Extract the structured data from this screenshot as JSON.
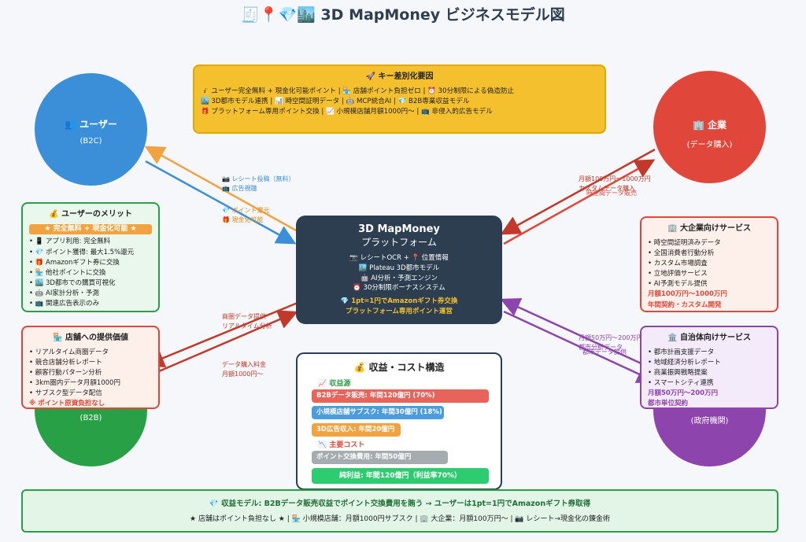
{
  "title": "🧾📍💎🏙️ 3D MapMoney ビジネスモデル図",
  "colors": {
    "user": "#3a8fd8",
    "enterprise": "#e0473a",
    "store": "#27a046",
    "gov": "#8e44ad",
    "key": "#f5c02e",
    "platform": "#2c3e50"
  },
  "nodes": {
    "user": {
      "title": "👥 ユーザー",
      "sub": "(B2C)"
    },
    "enterprise": {
      "title": "🏢 企業",
      "sub": "(データ購入)"
    },
    "store": {
      "sub": "(B2B)"
    },
    "gov": {
      "sub": "(政府機関)"
    }
  },
  "key_factors": {
    "title": "🚀 キー差別化要因",
    "lines": [
      "💰 ユーザー完全無料 + 現金化可能ポイント | 🏪 店舗ポイント負担ゼロ | ⏰ 30分制限による偽造防止",
      "🏙️ 3D都市モデル連携 | 📊 時空間証明データ | 🤖 MCP統合AI | 💎 B2B専業収益モデル",
      "🎁 プラットフォーム専用ポイント交換 | 📈 小規模店舗月額1000円〜 | 📺 非侵入的広告モデル"
    ]
  },
  "platform": {
    "title": "3D MapMoney",
    "subtitle": "プラットフォーム",
    "features": [
      "📷 レシートOCR + 📍 位置情報",
      "🏙️ Plateau 3D都市モデル",
      "🤖 AI分析・予測エンジン",
      "⏰ 30分制限ボーナスシステム"
    ],
    "highlight1": "💎 1pt=1円でAmazonギフト券交換",
    "highlight2": "プラットフォーム専用ポイント運営"
  },
  "user_merit": {
    "title": "💰 ユーザーのメリット",
    "banner": "★ 完全無料 + 現金化可能 ★",
    "items": [
      "📱 アプリ利用: 完全無料",
      "💎 ポイント獲得: 最大1.5%還元",
      "🎁 Amazonギフト券に交換",
      "🏪 他社ポイントに交換",
      "🏙️ 3D都市での購買可視化",
      "🤖 AI家計分析・予測",
      "📺 関連広告表示のみ"
    ]
  },
  "store_value": {
    "title": "🏪 店舗への提供価値",
    "items": [
      "リアルタイム商圏データ",
      "競合店舗分析レポート",
      "顧客行動パターン分析",
      "3km圏内データ月額1000円",
      "サブスク型データ配信"
    ],
    "note": "※ ポイント原資負担なし"
  },
  "enterprise_service": {
    "title": "🏢 大企業向けサービス",
    "items": [
      "時空間証明済みデータ",
      "全国消費者行動分析",
      "カスタム市場調査",
      "立地評価サービス",
      "AI予測モデル提供"
    ],
    "price": "月額100万円〜1000万円",
    "note": "年間契約・カスタム開発"
  },
  "gov_service": {
    "title": "🏛️ 自治体向けサービス",
    "items": [
      "都市計画支援データ",
      "地域経済分析レポート",
      "商業振興戦略提案",
      "スマートシティ連携"
    ],
    "price": "月額50万円〜200万円",
    "note": "都市単位契約"
  },
  "flows": {
    "user_out": [
      "📷 レシート投稿（無料）",
      "📺 広告視聴"
    ],
    "user_in": [
      "💎 ポイント還元",
      "🎁 現金化可能"
    ],
    "ent_1": [
      "月額100万円〜1000万円",
      "カスタムデータ購入"
    ],
    "ent_2": "時空間データ販売",
    "store_1": [
      "商圏データ提供",
      "リアルタイム分析"
    ],
    "store_2": [
      "データ購入料金",
      "月額1000円〜"
    ],
    "gov_1": [
      "月額50万円〜200万円",
      "都市分析データ"
    ],
    "gov_2": "都市データ提供"
  },
  "revenue": {
    "title": "💰 収益・コスト構造",
    "income_label": "📈 収益源",
    "income": [
      {
        "label": "B2Bデータ販売: 年間120億円 (70%)",
        "pct": 1.0,
        "color": "#e8635a"
      },
      {
        "label": "小規模店舗サブスク: 年間30億円 (18%)",
        "pct": 0.71,
        "color": "#4a9be0"
      },
      {
        "label": "3D広告収入: 年間20億円",
        "pct": 0.47,
        "color": "#f0a340"
      }
    ],
    "cost_label": "📉 主要コスト",
    "cost": {
      "label": "ポイント交換費用: 年間50億円",
      "pct": 0.76,
      "color": "#a5acaf"
    },
    "profit": "純利益: 年間120億円（利益率70%）"
  },
  "footer": {
    "line1": "💎 収益モデル: B2Bデータ販売収益でポイント交換費用を賄う → ユーザーは1pt=1円でAmazonギフト券取得",
    "line2": "★ 店舗はポイント負担なし ★ | 🏪 小規模店舗：月額1000円サブスク | 🏢 大企業：月額100万円〜 | 📷 レシート→現金化の錬金術"
  }
}
